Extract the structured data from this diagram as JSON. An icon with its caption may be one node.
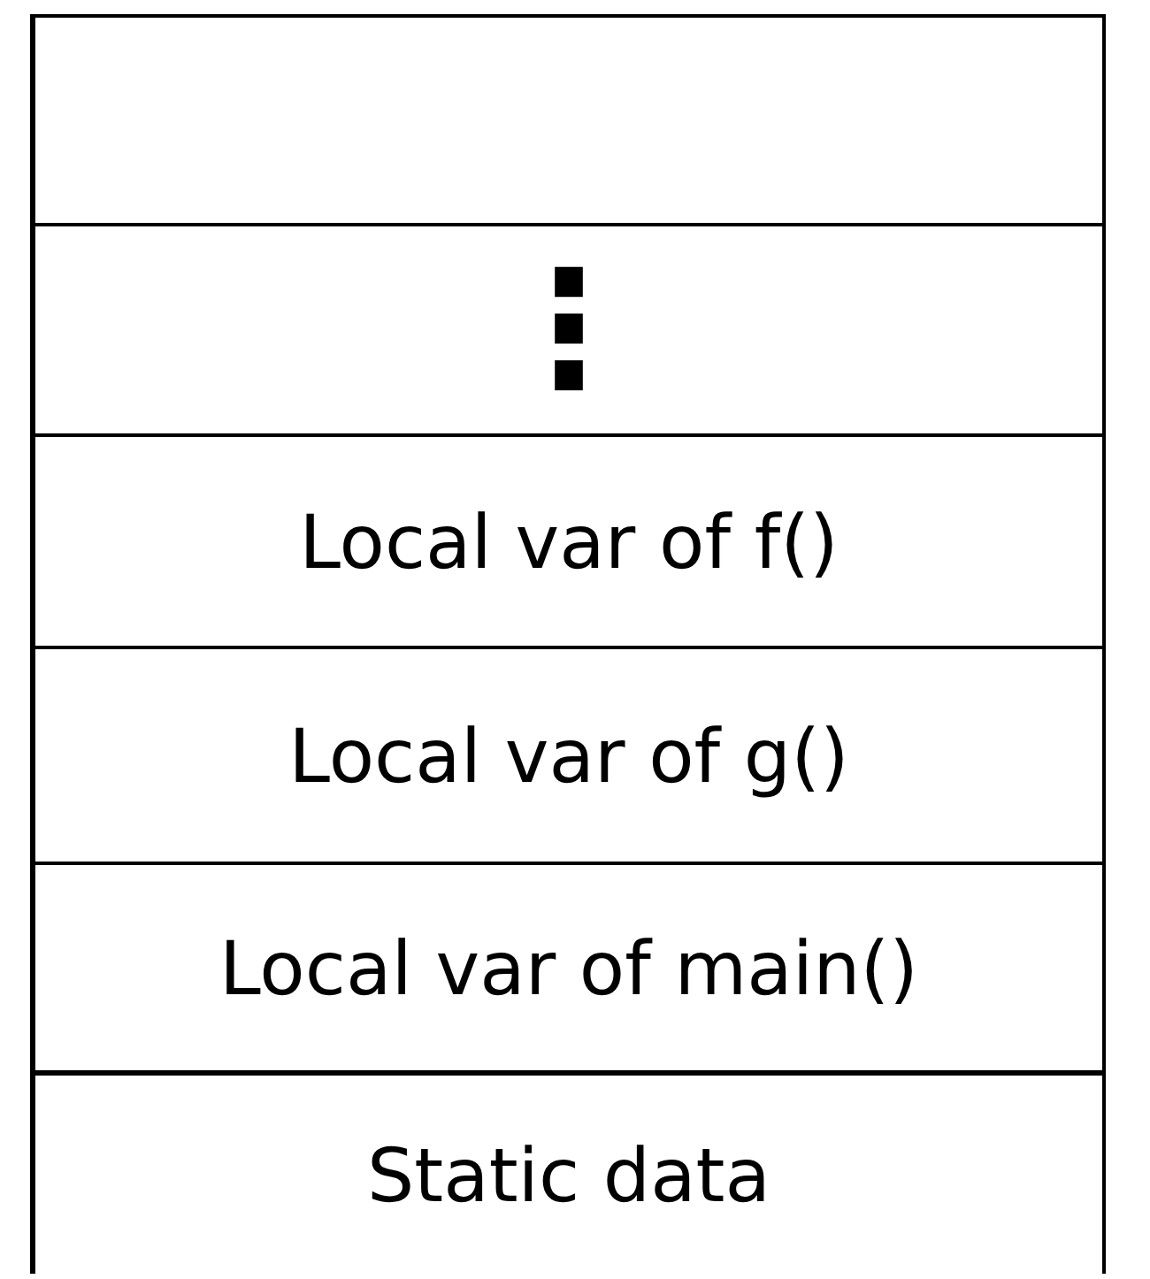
{
  "diagram": {
    "nodes": [
      {
        "text": [],
        "shape": "box"
      },
      {
        "text": [
          "⋮"
        ]
      },
      {
        "text": [
          "Local var of f()"
        ]
      },
      {
        "text": [
          "Local var of g()"
        ]
      },
      {
        "text": [
          "Local var of main()"
        ]
      },
      {
        "text": [
          "Static data"
        ]
      }
    ]
  }
}
